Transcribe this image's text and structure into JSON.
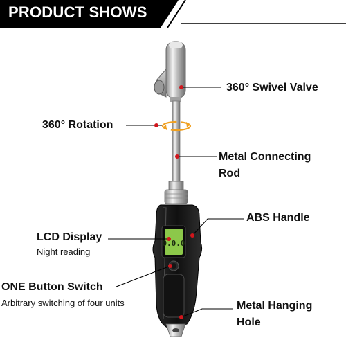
{
  "banner": {
    "title": "PRODUCT SHOWS"
  },
  "callouts": {
    "swivel_valve": "360° Swivel Valve",
    "rotation": "360° Rotation",
    "metal_rod_line1": "Metal Connecting",
    "metal_rod_line2": "Rod",
    "abs_handle": "ABS Handle",
    "lcd_display": "LCD Display",
    "lcd_display_sub": "Night reading",
    "one_button": "ONE Button Switch",
    "one_button_sub": "Arbitrary switching of four units",
    "hanging_hole_line1": "Metal Hanging",
    "hanging_hole_line2": "Hole"
  },
  "lcd": {
    "reading": "0.0.0"
  },
  "colors": {
    "banner": "#000000",
    "marker": "#d0161c",
    "rotation_arrow": "#f0a020",
    "lcd_screen": "#8cc84a",
    "handle": "#1c1c1c",
    "chrome": "#c9c9c9"
  }
}
